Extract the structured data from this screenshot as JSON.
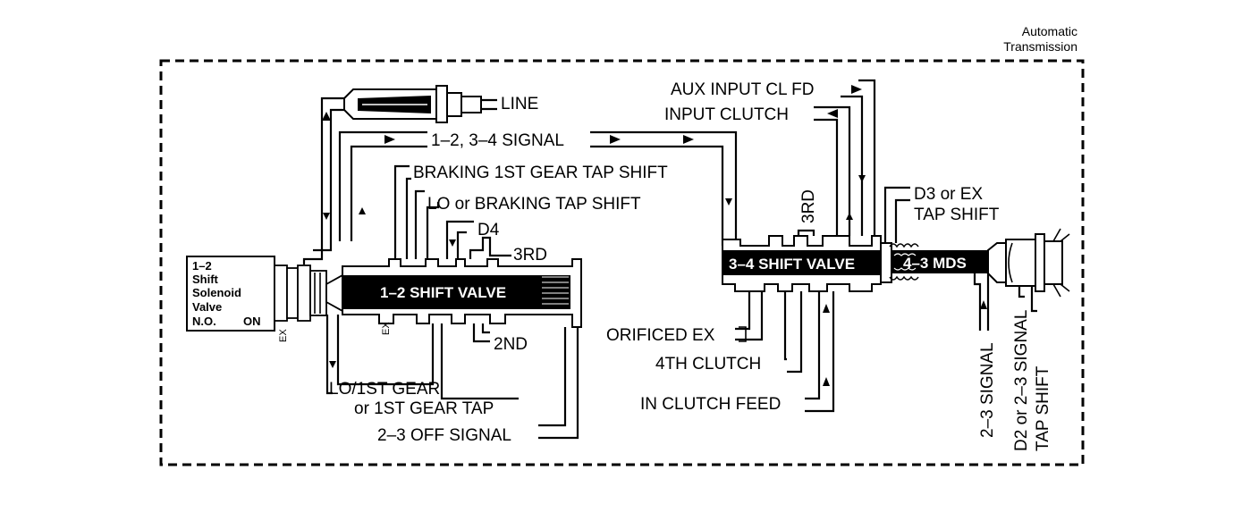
{
  "header": {
    "line1": "Automatic",
    "line2": "Transmission"
  },
  "solenoid": {
    "line1": "1–2",
    "line2": "Shift",
    "line3": "Solenoid",
    "line4": "Valve",
    "line5": "N.O.",
    "state": "ON"
  },
  "valves": {
    "shift_1_2": "1–2 SHIFT VALVE",
    "shift_3_4": "3–4 SHIFT VALVE",
    "mds_4_3": "4–3 MDS"
  },
  "labels": {
    "line": "LINE",
    "signal_1234": "1–2, 3–4 SIGNAL",
    "braking_1st": "BRAKING 1ST GEAR TAP SHIFT",
    "lo_braking": "LO or BRAKING TAP SHIFT",
    "d4": "D4",
    "third_left": "3RD",
    "second": "2ND",
    "lo_1st_a": "LO/1ST GEAR",
    "lo_1st_b": "or 1ST GEAR TAP",
    "off_signal": "2–3 OFF SIGNAL",
    "aux_input": "AUX INPUT CL FD",
    "input_clutch": "INPUT CLUTCH",
    "third_right": "3RD",
    "d3_a": "D3 or EX",
    "d3_b": "TAP SHIFT",
    "orificed_ex": "ORIFICED EX",
    "fourth_clutch": "4TH CLUTCH",
    "in_clutch_feed": "IN CLUTCH FEED",
    "signal_23": "2–3 SIGNAL",
    "d2_a": "D2 or 2–3 SIGNAL",
    "d2_b": "TAP SHIFT",
    "ex_1": "EX",
    "ex_2": "EX"
  }
}
